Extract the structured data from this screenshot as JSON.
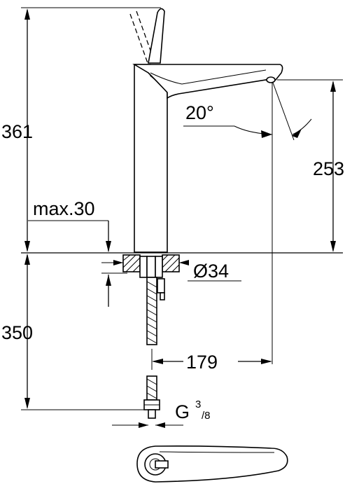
{
  "drawing": {
    "dimensions": {
      "total_height": "361",
      "spout_height": "253",
      "max_thickness": "max.30",
      "angle": "20°",
      "hole_diameter": "Ø34",
      "below_counter": "350",
      "projection": "179",
      "thread_base": "G",
      "thread_numerator": "3",
      "thread_denominator": "/8"
    },
    "colors": {
      "line": "#000000",
      "background": "#ffffff"
    }
  }
}
